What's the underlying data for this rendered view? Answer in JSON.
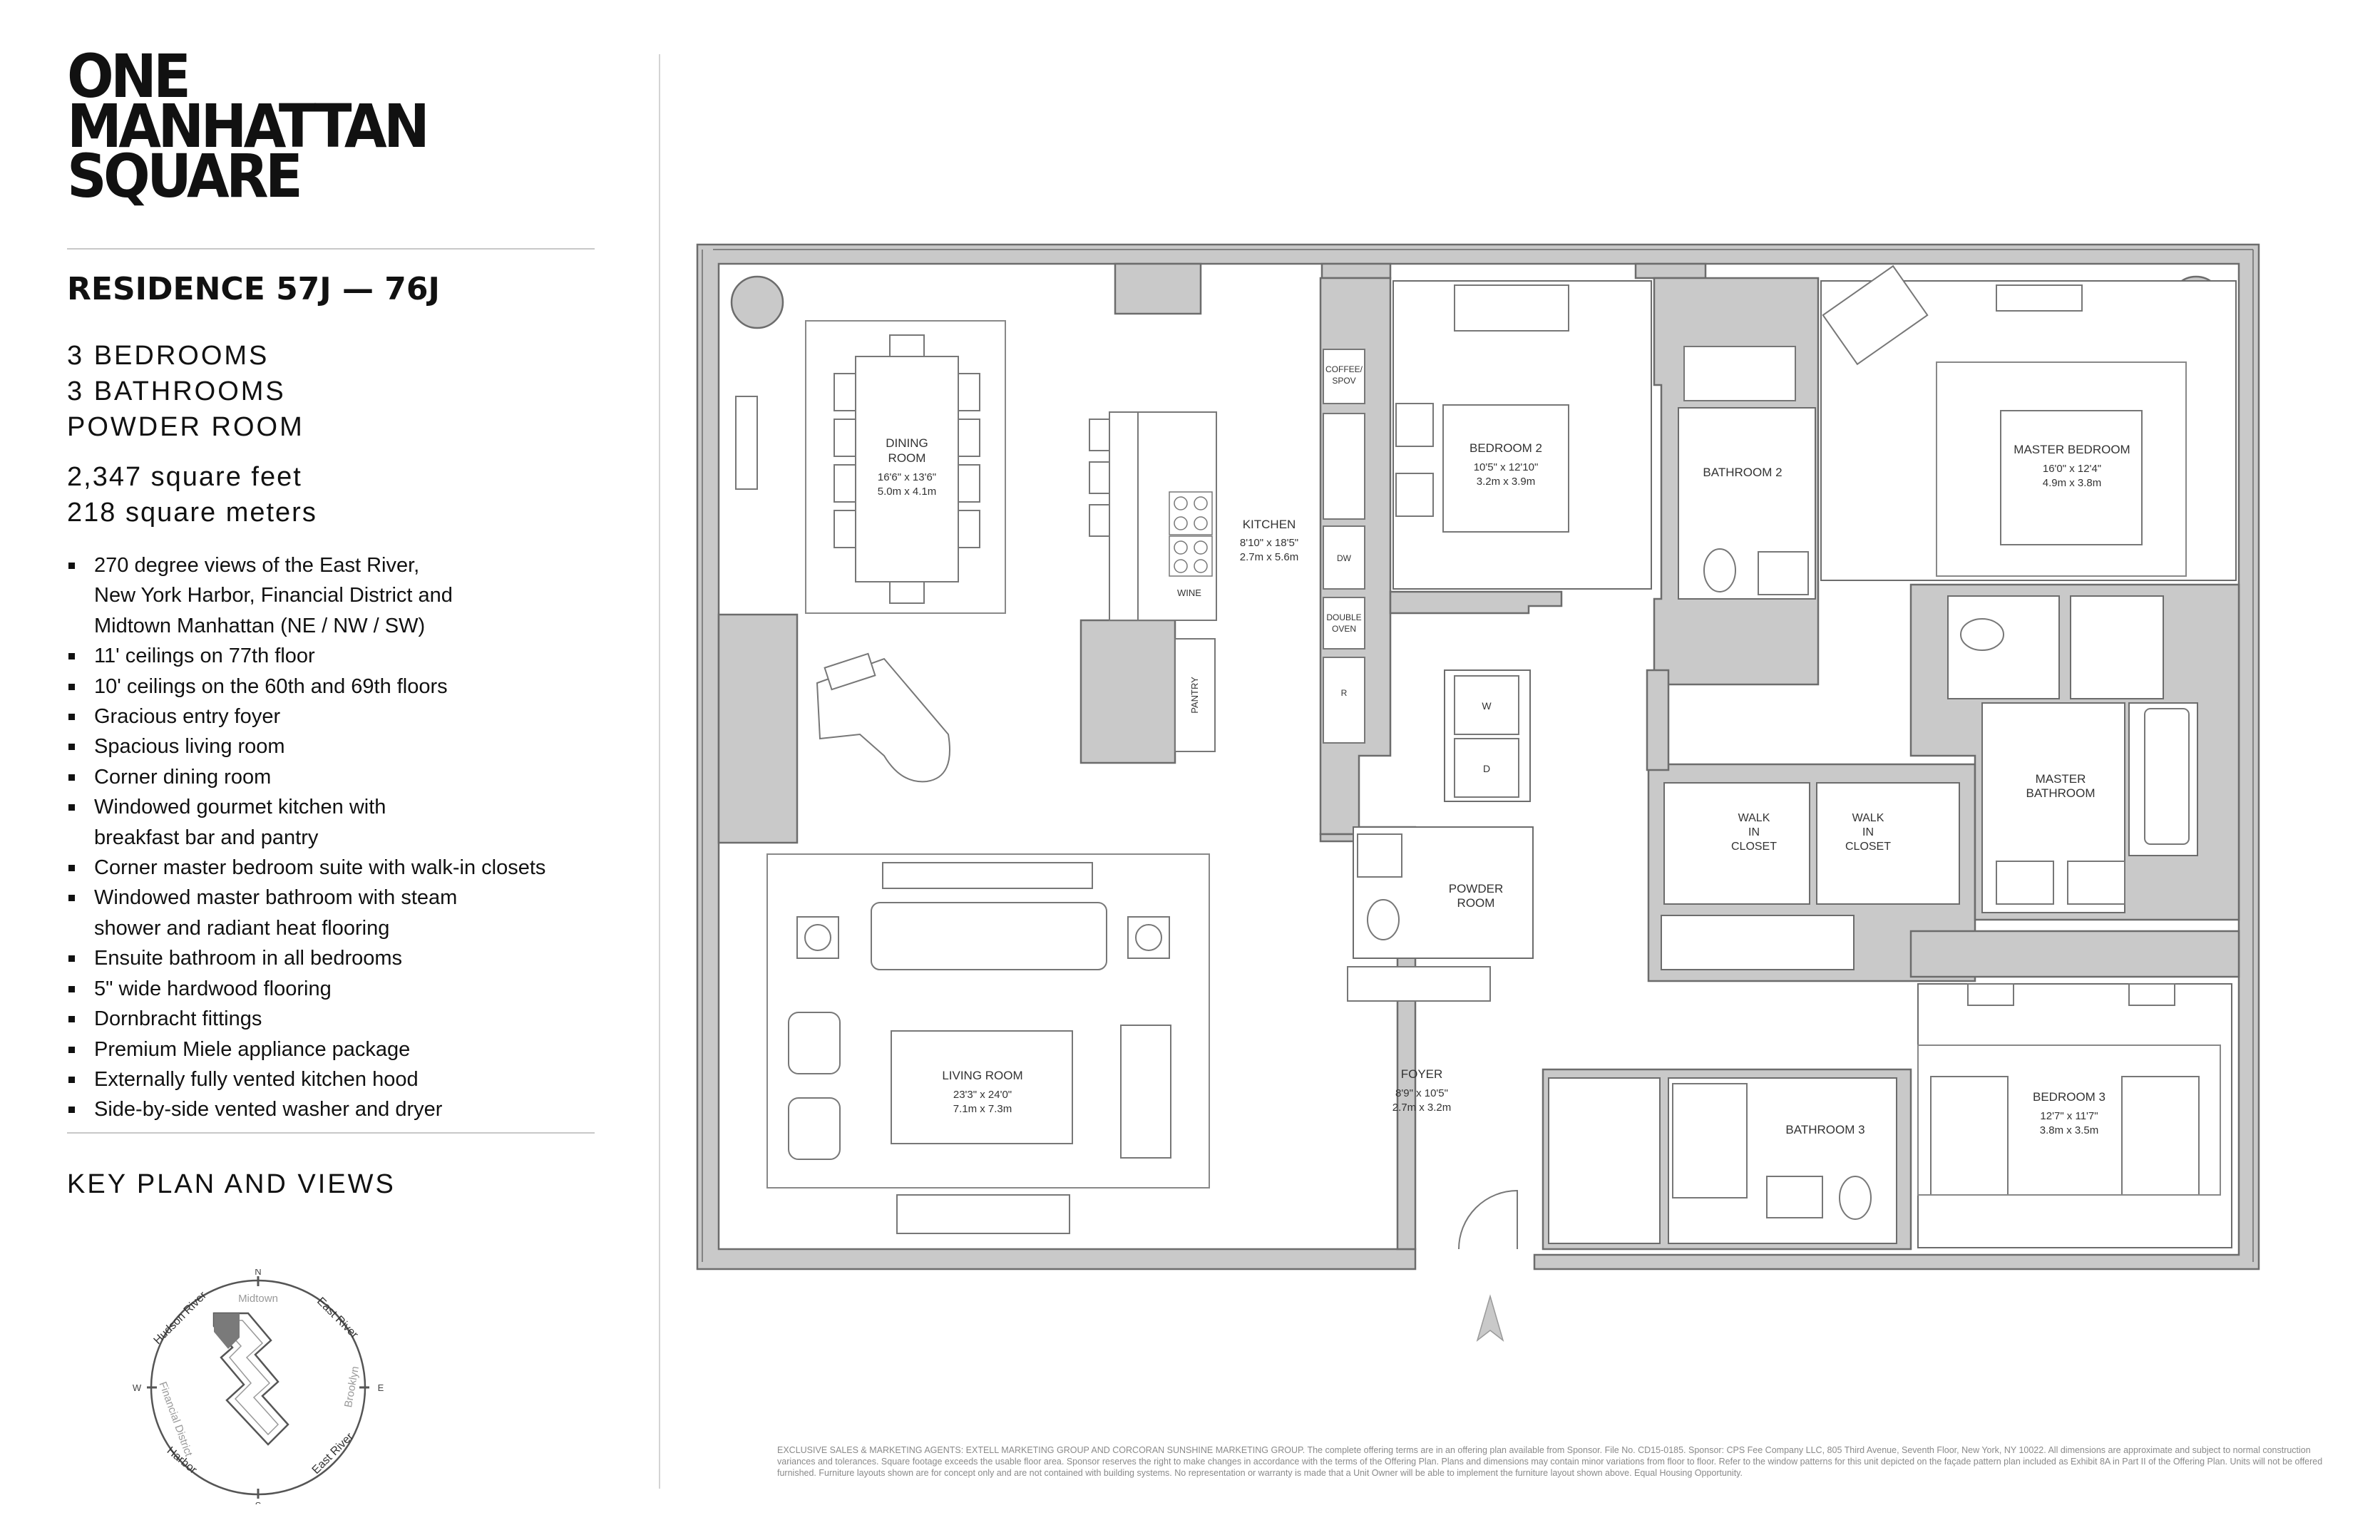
{
  "brand": {
    "line1": "ONE",
    "line2": "MANHATTAN",
    "line3": "SQUARE"
  },
  "residence": "RESIDENCE 57J — 76J",
  "summary": {
    "bedrooms": "3 BEDROOMS",
    "bathrooms": "3 BATHROOMS",
    "powder": "POWDER ROOM",
    "sqft": "2,347 square feet",
    "sqm": "218 square meters"
  },
  "features": [
    "270 degree views of the East River,",
    "New York Harbor, Financial District and",
    "Midtown Manhattan (NE / NW / SW)",
    "11' ceilings on 77th floor",
    "10' ceilings on the 60th and 69th floors",
    "Gracious entry foyer",
    "Spacious living room",
    "Corner dining room",
    "Windowed gourmet kitchen with",
    "breakfast bar and pantry",
    "Corner master bedroom suite with walk-in closets",
    "Windowed master bathroom with steam",
    "shower and radiant heat flooring",
    "Ensuite bathroom in all bedrooms",
    "5\" wide hardwood flooring",
    "Dornbracht fittings",
    "Premium Miele appliance package",
    "Externally fully vented kitchen hood",
    "Side-by-side vented washer and dryer"
  ],
  "feature_bullets": [
    true,
    false,
    false,
    true,
    true,
    true,
    true,
    true,
    true,
    false,
    true,
    true,
    false,
    true,
    true,
    true,
    true,
    true,
    true
  ],
  "key_plan": {
    "title": "KEY PLAN AND VIEWS",
    "n": "N",
    "s": "S",
    "e": "E",
    "w": "W",
    "hudson": "Hudson River",
    "midtown": "Midtown",
    "east_river_top": "East River",
    "brooklyn": "Brooklyn",
    "financial": "Financial District",
    "harbor": "Harbor",
    "east_river_bottom": "East River"
  },
  "rooms": {
    "dining": {
      "name1": "DINING",
      "name2": "ROOM",
      "dim_ft": "16'6\" x 13'6\"",
      "dim_m": "5.0m x 4.1m"
    },
    "kitchen": {
      "name": "KITCHEN",
      "dim_ft": "8'10\" x 18'5\"",
      "dim_m": "2.7m x 5.6m"
    },
    "bedroom2": {
      "name": "BEDROOM 2",
      "dim_ft": "10'5\" x 12'10\"",
      "dim_m": "3.2m x 3.9m"
    },
    "bathroom2": {
      "name": "BATHROOM 2"
    },
    "master_bedroom": {
      "name": "MASTER BEDROOM",
      "dim_ft": "16'0\" x 12'4\"",
      "dim_m": "4.9m x 3.8m"
    },
    "master_bathroom": {
      "name1": "MASTER",
      "name2": "BATHROOM"
    },
    "walk_in_closet": {
      "l1": "WALK",
      "l2": "IN",
      "l3": "CLOSET"
    },
    "powder": {
      "name1": "POWDER",
      "name2": "ROOM"
    },
    "living": {
      "name": "LIVING ROOM",
      "dim_ft": "23'3\" x 24'0\"",
      "dim_m": "7.1m x 7.3m"
    },
    "foyer": {
      "name": "FOYER",
      "dim_ft": "8'9\" x 10'5\"",
      "dim_m": "2.7m x 3.2m"
    },
    "bathroom3": {
      "name": "BATHROOM 3"
    },
    "bedroom3": {
      "name": "BEDROOM 3",
      "dim_ft": "12'7\" x 11'7\"",
      "dim_m": "3.8m x 3.5m"
    }
  },
  "fixtures": {
    "coffee1": "COFFEE/",
    "coffee2": "SPOV",
    "dw": "DW",
    "double1": "DOUBLE",
    "double2": "OVEN",
    "r": "R",
    "wine": "WINE",
    "pantry": "PANTRY",
    "washer": "W",
    "dryer": "D"
  },
  "north_label": "N",
  "disclaimer": "EXCLUSIVE SALES & MARKETING AGENTS: EXTELL MARKETING GROUP AND CORCORAN SUNSHINE MARKETING GROUP. The complete offering terms are in an offering plan available from Sponsor. File No. CD15-0185. Sponsor: CPS Fee Company LLC, 805 Third Avenue, Seventh Floor, New York, NY 10022. All dimensions are approximate and subject to normal construction variances and tolerances. Square footage exceeds the usable floor area. Sponsor reserves the right to make changes in accordance with the terms of the Offering Plan. Plans and dimensions may contain minor variations from floor to floor. Refer to the window patterns for this unit depicted on the façade pattern plan included as Exhibit 8A in Part II of the Offering Plan. Units will not be offered furnished. Furniture layouts shown are for concept only and are not contained with building systems. No representation or warranty is made that a Unit Owner will be able to implement the furniture layout shown above. Equal Housing Opportunity.",
  "colors": {
    "wall_fill": "#c9c9c9",
    "wall_stroke": "#777777",
    "text": "#222222",
    "keyplan_unit": "#7a7a7a"
  }
}
